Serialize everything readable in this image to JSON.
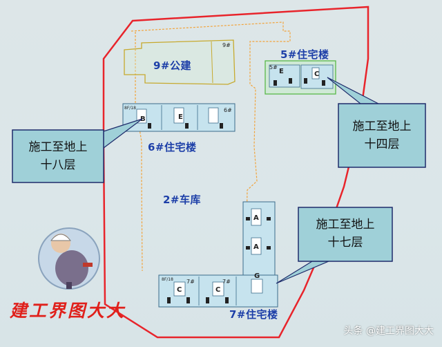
{
  "labels": {
    "building_9": "9#公建",
    "building_5": "5#住宅楼",
    "building_6": "6#住宅楼",
    "garage_2": "2#车库",
    "building_7": "7#住宅楼"
  },
  "callouts": {
    "left": {
      "line1": "施工至地上",
      "line2": "十八层"
    },
    "right_top": {
      "line1": "施工至地上",
      "line2": "十四层"
    },
    "right_bottom": {
      "line1": "施工至地上",
      "line2": "十七层"
    }
  },
  "plan_marks": {
    "b9_code": "9#",
    "b6_code": "6#",
    "b6_top_left": "8F/18",
    "b5_code": "5#",
    "b7_code_a": "7#",
    "b7_code_b": "7#",
    "b7_top_left": "8F/18",
    "unit_e": "E",
    "unit_c": "C",
    "unit_b": "B",
    "unit_a": "A",
    "unit_g": "G"
  },
  "brand": "建工界图大大",
  "watermark": "头条 @建工界图大大",
  "colors": {
    "site_boundary": "#e8242b",
    "label_blue": "#1d3fa8",
    "callout_fill": "#9fd0d8",
    "callout_stroke": "#1e2b6a",
    "plan_fill": "#c6e3ee",
    "building_5_outline": "#58b848",
    "garage_outline": "#f2a33a",
    "brand_red": "#e0201b"
  }
}
